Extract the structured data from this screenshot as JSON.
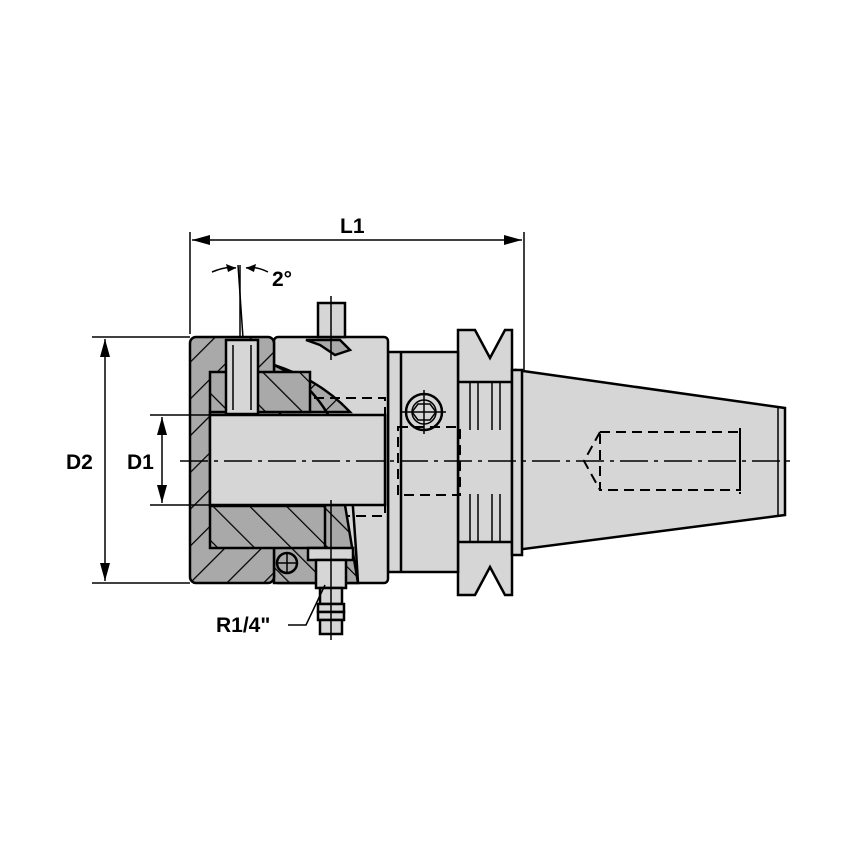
{
  "drawing": {
    "title": "Tool holder with coolant fitting",
    "dimensions": {
      "length_label": "L1",
      "outer_diameter_label": "D2",
      "bore_diameter_label": "D1",
      "angle_label": "2°",
      "thread_label": "R1/4\""
    },
    "colors": {
      "body_fill": "#d6d6d6",
      "section_fill": "#a9a9a9",
      "line": "#000000"
    }
  }
}
